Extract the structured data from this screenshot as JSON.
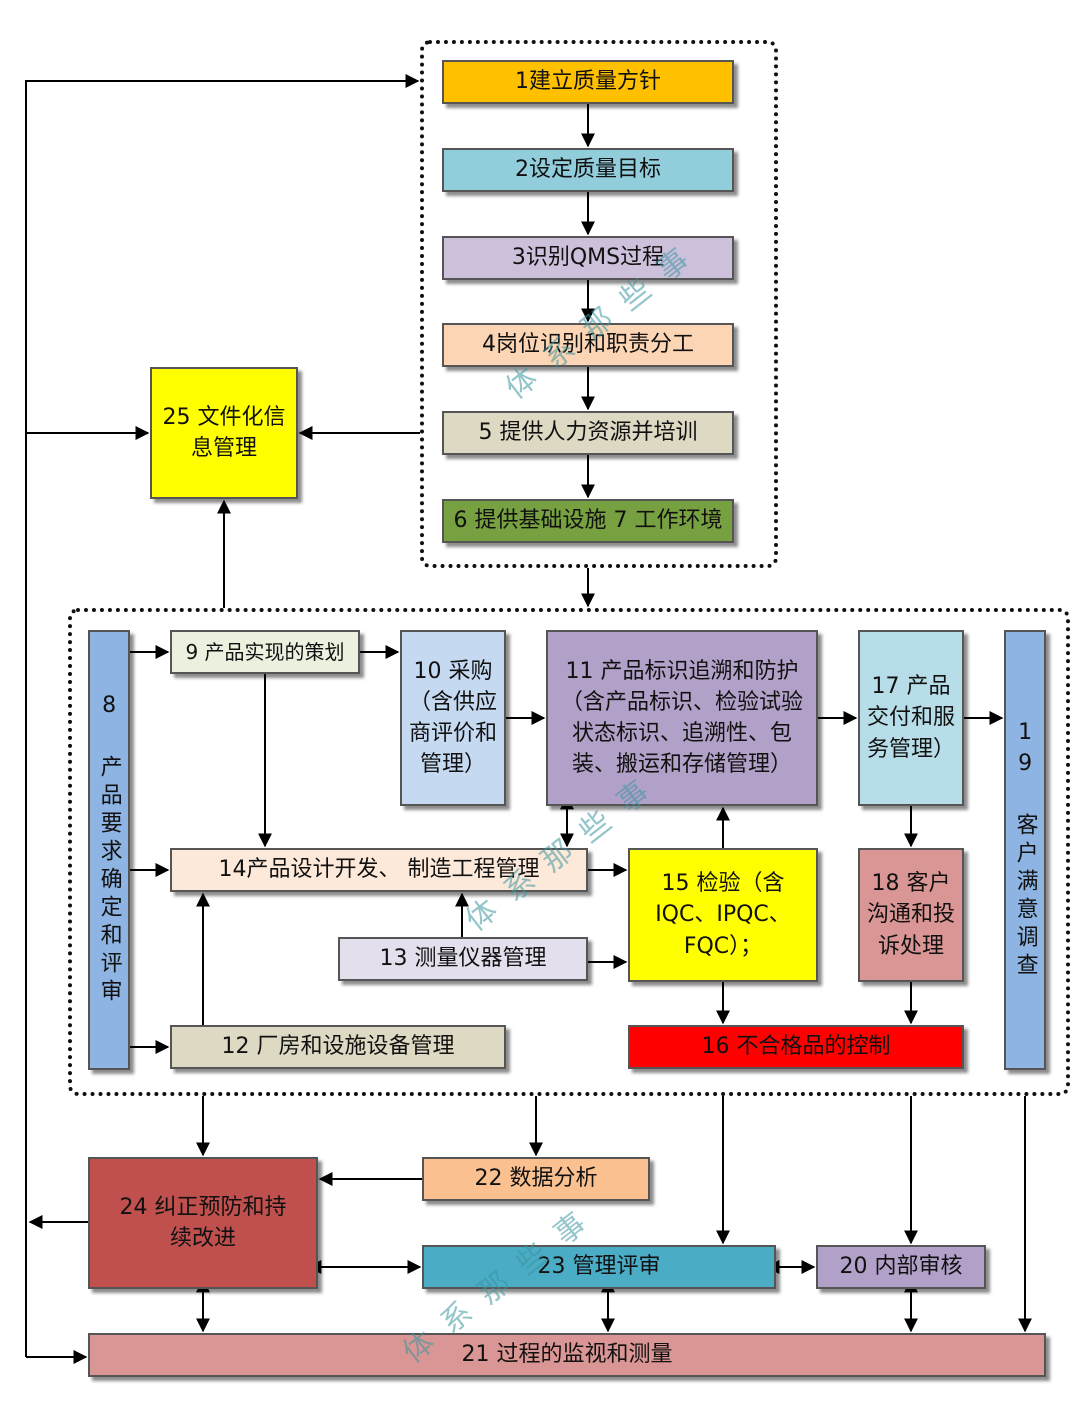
{
  "colors": {
    "b1": "#FFC000",
    "b2": "#92CDDC",
    "b3": "#CCC0DA",
    "b4": "#FCD5B4",
    "b5": "#DDD9C3",
    "b6": "#77A040",
    "b8": "#8DB4E2",
    "b9": "#EBF1DE",
    "b10": "#C5D9F1",
    "b11": "#B1A0C7",
    "b17": "#B7DEE8",
    "b14": "#FDE9D9",
    "b15": "#FFFF00",
    "b18": "#DA9694",
    "b13": "#E4DFEC",
    "b12": "#DDD9C3",
    "b16": "#FF0000",
    "b25": "#FFFF00",
    "b24": "#C0504D",
    "b22": "#FAC090",
    "b23": "#4BACC6",
    "b20": "#B1A0C7",
    "b21": "#DA9694"
  },
  "boxes": {
    "b1": "1建立质量方针",
    "b2": "2设定质量目标",
    "b3": "3识别QMS过程",
    "b4": "4岗位识别和职责分工",
    "b5": "5 提供人力资源并培训",
    "b6": "6 提供基础设施 7 工作环境",
    "b25": "25 文件化信息管理",
    "b8": "8 产品要求确定和评审",
    "b9": "9 产品实现的策划",
    "b10": "10 采购（含供应商评价和管理）",
    "b11": "11 产品标识追溯和防护（含产品标识、检验试验状态标识、追溯性、包装、搬运和存储管理）",
    "b17": "17 产品交付和服务管理）",
    "b19": "19 客户满意调查",
    "b14": "14产品设计开发、 制造工程管理",
    "b15": "15 检验（含IQC、IPQC、FQC）；",
    "b18": "18 客户沟通和投诉处理",
    "b13": "13 测量仪器管理",
    "b12": "12 厂房和设施设备管理",
    "b16": "16 不合格品的控制",
    "b22": "22 数据分析",
    "b24": "24 纠正预防和持续改进",
    "b23": "23 管理评审",
    "b20": "20 内部审核",
    "b21": "21 过程的监视和测量"
  },
  "watermark": "体系那些事"
}
